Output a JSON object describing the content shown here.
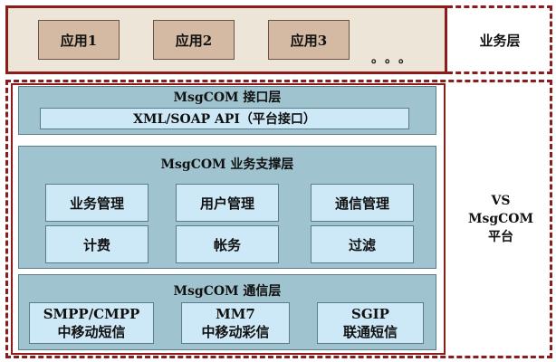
{
  "apps": [
    "应用1",
    "应用2",
    "应用3"
  ],
  "ellipsis": "。。。",
  "business_layer_label": "业务层",
  "platform_label": [
    "VS",
    "MsgCOM",
    "平台"
  ],
  "interface_layer": {
    "title": "MsgCOM 接口层",
    "api": "XML/SOAP API（平台接口）"
  },
  "support_layer": {
    "title": "MsgCOM 业务支撑层",
    "modules": [
      "业务管理",
      "用户管理",
      "通信管理",
      "计费",
      "帐务",
      "过滤"
    ]
  },
  "comm_layer": {
    "title": "MsgCOM 通信层",
    "protocols": [
      {
        "name": "SMPP/CMPP",
        "desc": "中移动短信"
      },
      {
        "name": "MM7",
        "desc": "中移动彩信"
      },
      {
        "name": "SGIP",
        "desc": "联通短信"
      }
    ]
  },
  "colors": {
    "border": "#8a1c1c",
    "app_bg": "#ede5d7",
    "app_box": "#d4b9a3",
    "layer_bg": "#9fc3cf",
    "cell_bg": "#cde8f6"
  }
}
